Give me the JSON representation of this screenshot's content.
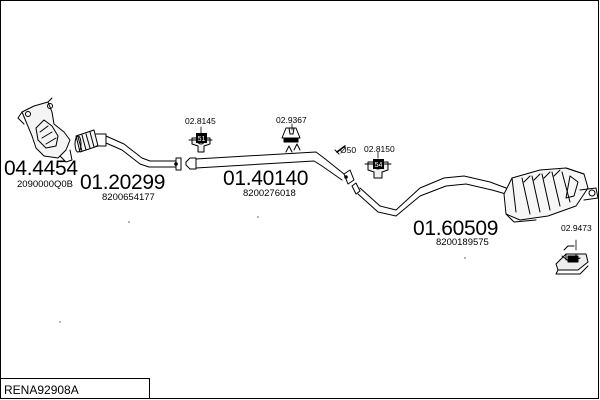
{
  "parts": [
    {
      "id": "catalyst",
      "code": "04.4454",
      "oe": "2090000Q0B",
      "icon": "catalytic-converter-icon"
    },
    {
      "id": "front-pipe",
      "code": "01.20299",
      "oe": "8200654177",
      "icon": "front-pipe-icon"
    },
    {
      "id": "middle-pipe",
      "code": "01.40140",
      "oe": "8200276018",
      "icon": "middle-pipe-icon"
    },
    {
      "id": "rear-silencer",
      "code": "01.60509",
      "oe": "8200189575",
      "icon": "rear-silencer-icon"
    }
  ],
  "accessories": [
    {
      "id": "ring-1",
      "code": "02.8145",
      "marker": "51",
      "icon": "rubber-ring-icon"
    },
    {
      "id": "bracket-1",
      "code": "02.9367",
      "icon": "mounting-bracket-icon"
    },
    {
      "id": "ring-2",
      "code": "02.8150",
      "marker": "54",
      "icon": "rubber-ring-icon"
    },
    {
      "id": "mount-1",
      "code": "02.9473",
      "icon": "rubber-mount-icon"
    }
  ],
  "clamp": {
    "label": "Ø50",
    "icon": "clamp-icon"
  },
  "reference": "RENA92908A"
}
